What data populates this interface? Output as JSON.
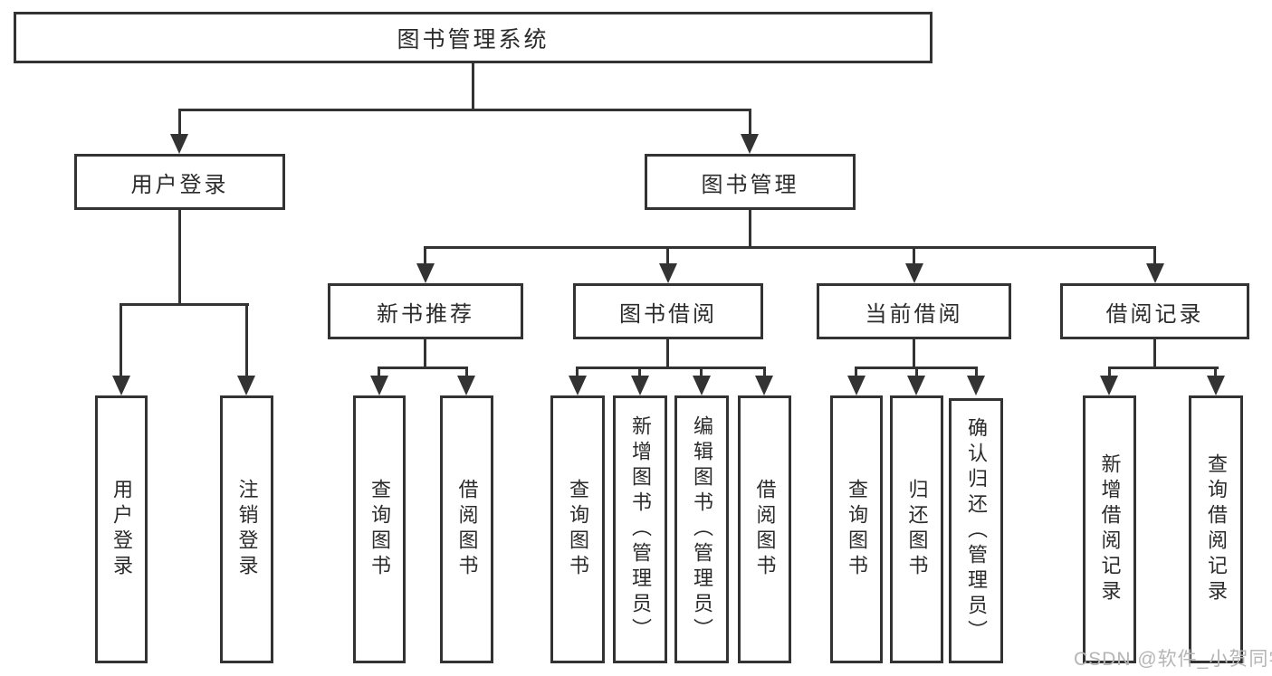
{
  "title": "图书管理系统",
  "nodes": {
    "user_login": "用户登录",
    "book_mgmt": "图书管理",
    "new_book_rec": "新书推荐",
    "book_borrow": "图书借阅",
    "current_borrow": "当前借阅",
    "borrow_records": "借阅记录",
    "leaf_user_login": "用户登录",
    "leaf_logout": "注销登录",
    "leaf_rec_query": "查询图书",
    "leaf_rec_borrow": "借阅图书",
    "leaf_bb_query": "查询图书",
    "leaf_bb_add": "新增图书（管理员）",
    "leaf_bb_edit": "编辑图书（管理员）",
    "leaf_bb_borrow": "借阅图书",
    "leaf_cb_query": "查询图书",
    "leaf_cb_return": "归还图书",
    "leaf_cb_confirm": "确认归还（管理员）",
    "leaf_br_add": "新增借阅记录",
    "leaf_br_query": "查询借阅记录"
  },
  "watermark": "CSDN @软件_小贺同学",
  "colors": {
    "line": "#333333",
    "text": "#2b2b2b",
    "watermark": "#b5b5b5"
  }
}
